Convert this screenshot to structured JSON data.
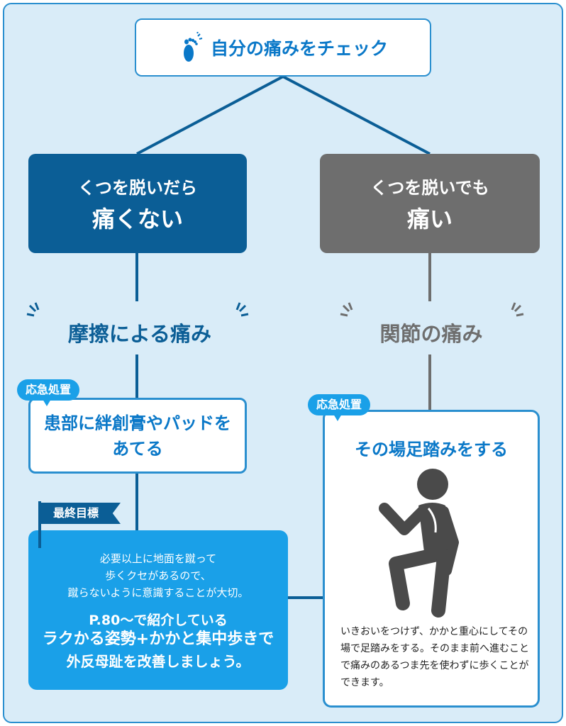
{
  "header": {
    "title": "自分の痛みをチェック",
    "icon": "foot-pain-icon"
  },
  "branches": {
    "left": {
      "line1": "くつを脱いだら",
      "line2": "痛くない"
    },
    "right": {
      "line1": "くつを脱いでも",
      "line2": "痛い"
    }
  },
  "pain_types": {
    "left": "摩擦による痛み",
    "right": "関節の痛み"
  },
  "first_aid": {
    "tag": "応急処置",
    "left_text_line1": "患部に絆創膏やパッドを",
    "left_text_line2": "あてる",
    "right_heading": "その場足踏みをする",
    "right_desc": "いきおいをつけず、かかと重心にしてその場で足踏みをする。そのまま前へ進むことで痛みのあるつま先を使わずに歩くことができます。"
  },
  "goal": {
    "flag": "最終目標",
    "line1": "必要以上に地面を蹴って",
    "line2": "歩くクセがあるので、",
    "line3": "蹴らないように意識することが大切。",
    "ref": "P.80～で紹介している",
    "big": "ラクかる姿勢+かかと集中歩きで",
    "mid": "外反母趾を改善しましょう。"
  },
  "colors": {
    "accent": "#1aa0e8",
    "dark_blue": "#0b5e96",
    "gray": "#6e6e6e",
    "background": "#d9ecf8"
  }
}
